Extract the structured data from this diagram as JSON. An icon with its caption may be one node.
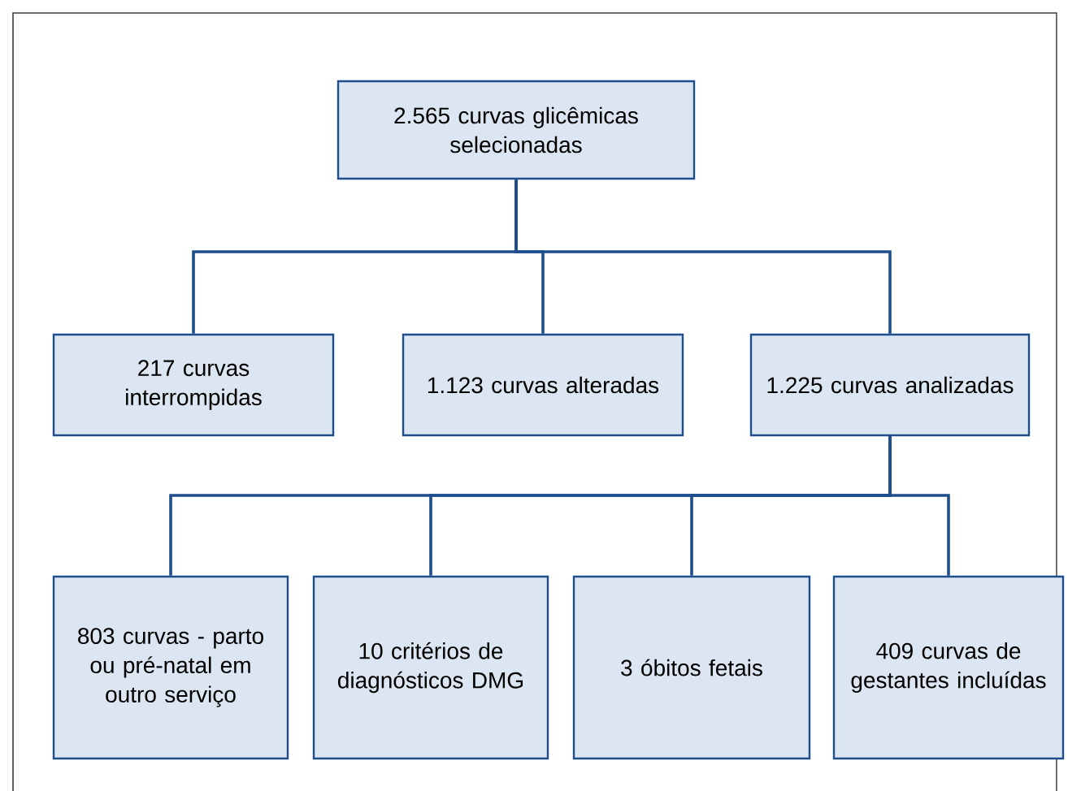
{
  "diagram": {
    "nodes": [
      {
        "text": [
          "2.565 curvas glicêmicas selecionadas"
        ]
      },
      {
        "text": [
          "217 curvas interrompidas"
        ]
      },
      {
        "text": [
          "1.123 curvas alteradas"
        ]
      },
      {
        "text": [
          "1.225 curvas analizadas"
        ]
      },
      {
        "text": [
          "803 curvas - parto ou pré-natal em outro serviço"
        ]
      },
      {
        "text": [
          "10 critérios de diagnósticos DMG"
        ]
      },
      {
        "text": [
          "3 óbitos fetais"
        ]
      },
      {
        "text": [
          "409 curvas de gestantes incluídas"
        ]
      }
    ],
    "edges": [
      {
        "from": 0,
        "to": 1,
        "arrow": "none"
      },
      {
        "from": 0,
        "to": 2,
        "arrow": "none"
      },
      {
        "from": 0,
        "to": 3,
        "arrow": "none"
      },
      {
        "from": 3,
        "to": 4,
        "arrow": "none"
      },
      {
        "from": 3,
        "to": 5,
        "arrow": "none"
      },
      {
        "from": 3,
        "to": 6,
        "arrow": "none"
      },
      {
        "from": 3,
        "to": 7,
        "arrow": "none"
      }
    ]
  }
}
